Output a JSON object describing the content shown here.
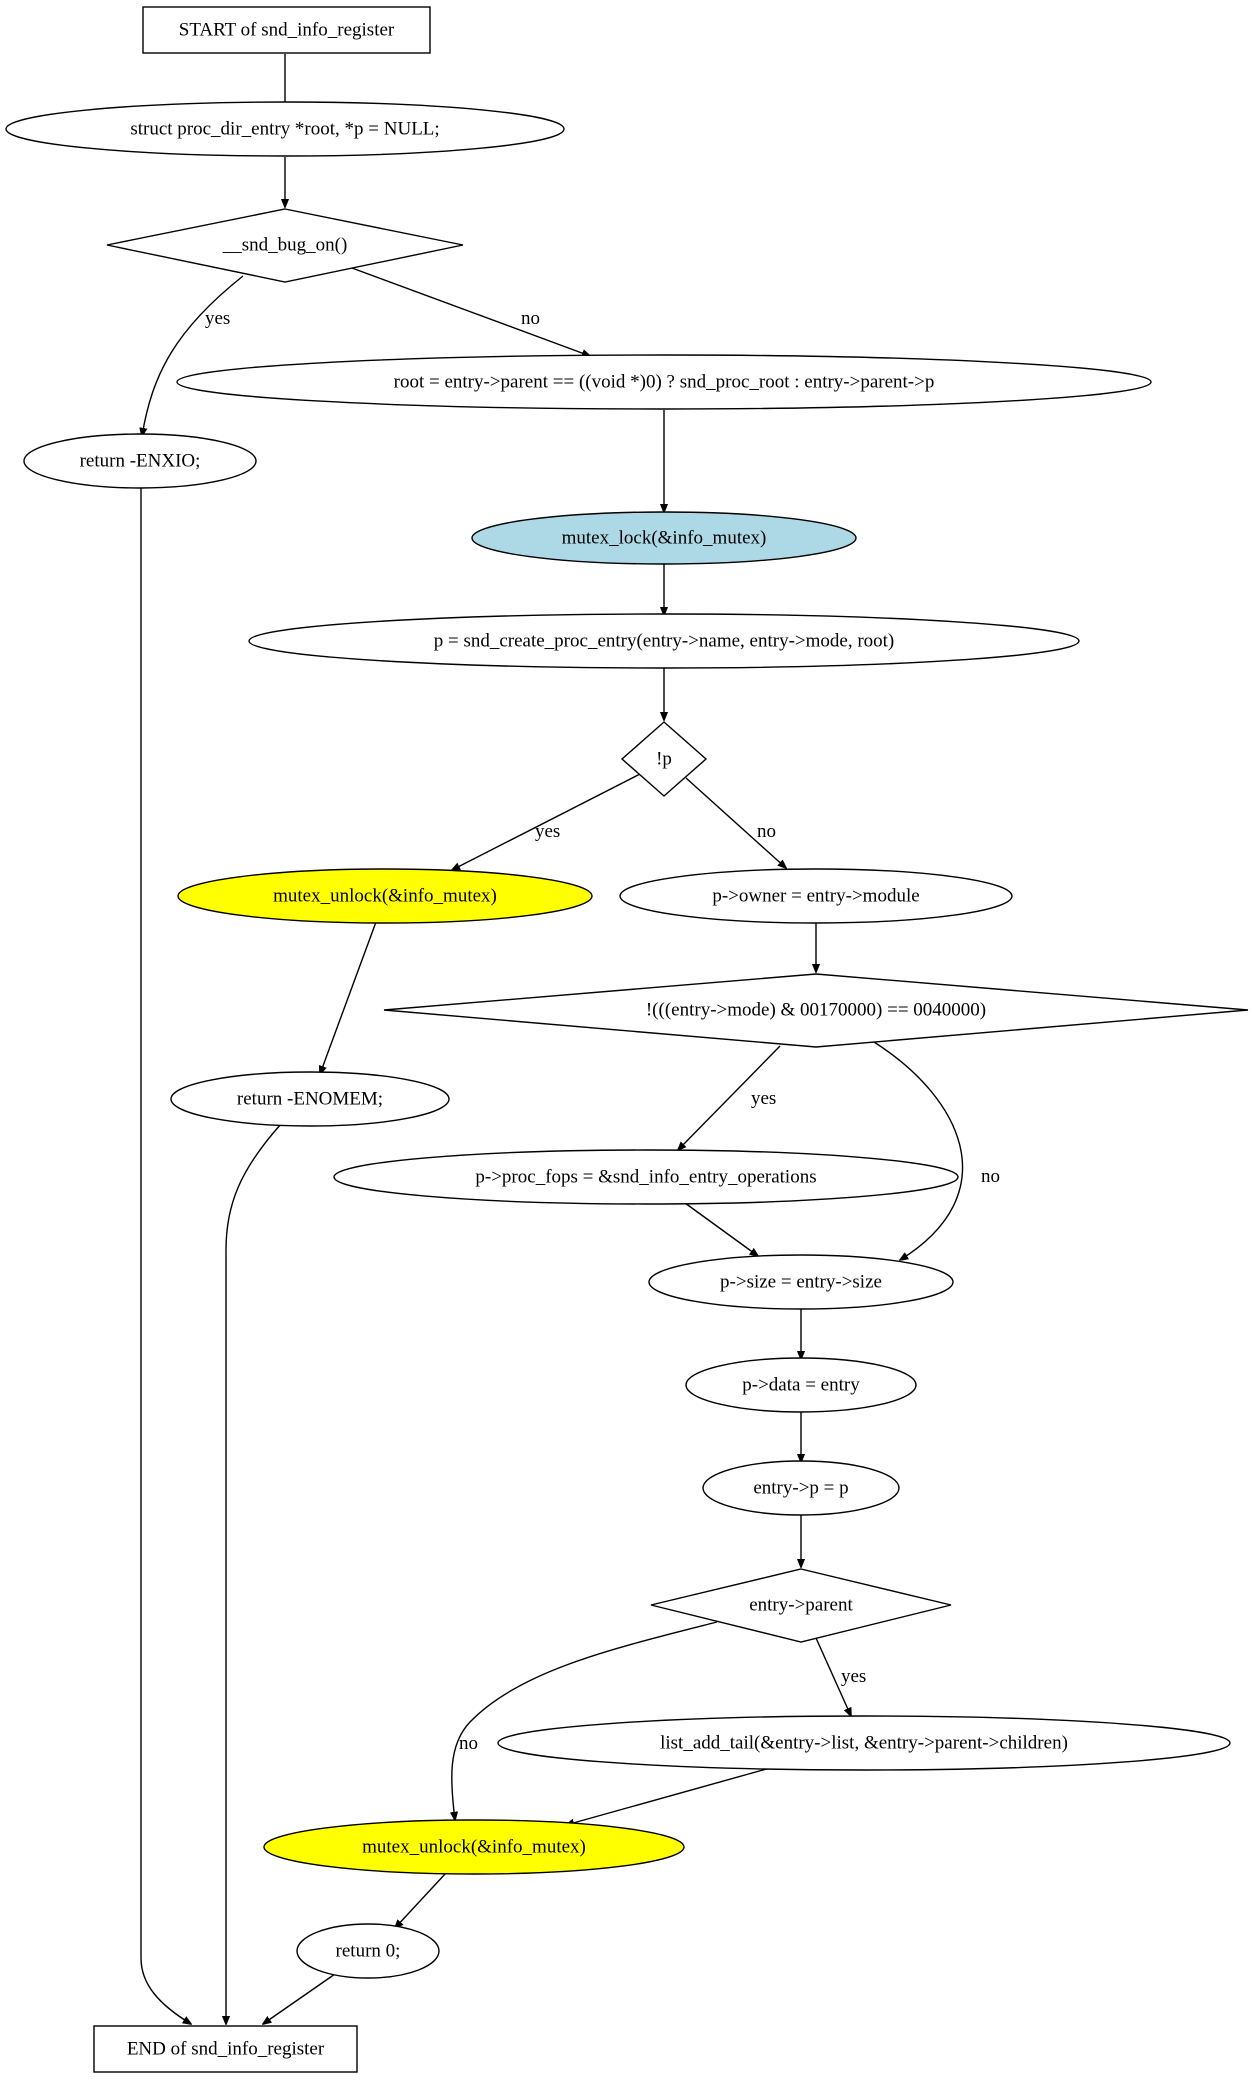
{
  "colors": {
    "stroke": "#000000",
    "background": "#ffffff",
    "highlight_blue": "#add8e6",
    "highlight_yellow": "#ffff00"
  },
  "nodes": {
    "start": {
      "label": "START of snd_info_register",
      "shape": "box"
    },
    "decl": {
      "label": "struct proc_dir_entry *root, *p = NULL;",
      "shape": "ellipse"
    },
    "bug_on": {
      "label": "__snd_bug_on()",
      "shape": "diamond"
    },
    "ret_enxio": {
      "label": "return -ENXIO;",
      "shape": "ellipse"
    },
    "root_assign": {
      "label": "root = entry->parent == ((void *)0) ? snd_proc_root : entry->parent->p",
      "shape": "ellipse"
    },
    "mutex_lock": {
      "label": "mutex_lock(&info_mutex)",
      "shape": "ellipse",
      "fill": "highlight_blue"
    },
    "create_entry": {
      "label": "p = snd_create_proc_entry(entry->name, entry->mode, root)",
      "shape": "ellipse"
    },
    "not_p": {
      "label": "!p",
      "shape": "diamond"
    },
    "unlock1": {
      "label": "mutex_unlock(&info_mutex)",
      "shape": "ellipse",
      "fill": "highlight_yellow"
    },
    "owner": {
      "label": "p->owner = entry->module",
      "shape": "ellipse"
    },
    "mode_check": {
      "label": "!(((entry->mode) & 00170000) == 0040000)",
      "shape": "diamond"
    },
    "ret_enomem": {
      "label": "return -ENOMEM;",
      "shape": "ellipse"
    },
    "proc_fops": {
      "label": "p->proc_fops = &snd_info_entry_operations",
      "shape": "ellipse"
    },
    "size": {
      "label": "p->size = entry->size",
      "shape": "ellipse"
    },
    "data": {
      "label": "p->data = entry",
      "shape": "ellipse"
    },
    "entry_p": {
      "label": "entry->p = p",
      "shape": "ellipse"
    },
    "parent_check": {
      "label": "entry->parent",
      "shape": "diamond"
    },
    "list_add": {
      "label": "list_add_tail(&entry->list, &entry->parent->children)",
      "shape": "ellipse"
    },
    "unlock2": {
      "label": "mutex_unlock(&info_mutex)",
      "shape": "ellipse",
      "fill": "highlight_yellow"
    },
    "ret0": {
      "label": "return 0;",
      "shape": "ellipse"
    },
    "end": {
      "label": "END of snd_info_register",
      "shape": "box"
    }
  },
  "edges": {
    "start_decl": {
      "from": "start",
      "to": "decl",
      "label": ""
    },
    "decl_bug": {
      "from": "decl",
      "to": "bug_on",
      "label": ""
    },
    "bug_yes": {
      "from": "bug_on",
      "to": "ret_enxio",
      "label": "yes"
    },
    "bug_no": {
      "from": "bug_on",
      "to": "root_assign",
      "label": "no"
    },
    "root_lock": {
      "from": "root_assign",
      "to": "mutex_lock",
      "label": ""
    },
    "lock_create": {
      "from": "mutex_lock",
      "to": "create_entry",
      "label": ""
    },
    "create_notp": {
      "from": "create_entry",
      "to": "not_p",
      "label": ""
    },
    "notp_yes": {
      "from": "not_p",
      "to": "unlock1",
      "label": "yes"
    },
    "notp_no": {
      "from": "not_p",
      "to": "owner",
      "label": "no"
    },
    "unlock1_enomem": {
      "from": "unlock1",
      "to": "ret_enomem",
      "label": ""
    },
    "owner_mode": {
      "from": "owner",
      "to": "mode_check",
      "label": ""
    },
    "mode_yes": {
      "from": "mode_check",
      "to": "proc_fops",
      "label": "yes"
    },
    "mode_no": {
      "from": "mode_check",
      "to": "size",
      "label": "no"
    },
    "fops_size": {
      "from": "proc_fops",
      "to": "size",
      "label": ""
    },
    "size_data": {
      "from": "size",
      "to": "data",
      "label": ""
    },
    "data_entryp": {
      "from": "data",
      "to": "entry_p",
      "label": ""
    },
    "entryp_parent": {
      "from": "entry_p",
      "to": "parent_check",
      "label": ""
    },
    "parent_yes": {
      "from": "parent_check",
      "to": "list_add",
      "label": "yes"
    },
    "parent_no": {
      "from": "parent_check",
      "to": "unlock2",
      "label": "no"
    },
    "list_unlock": {
      "from": "list_add",
      "to": "unlock2",
      "label": ""
    },
    "unlock2_ret0": {
      "from": "unlock2",
      "to": "ret0",
      "label": ""
    },
    "ret0_end": {
      "from": "ret0",
      "to": "end",
      "label": ""
    },
    "enxio_end": {
      "from": "ret_enxio",
      "to": "end",
      "label": ""
    },
    "enomem_end": {
      "from": "ret_enomem",
      "to": "end",
      "label": ""
    }
  }
}
